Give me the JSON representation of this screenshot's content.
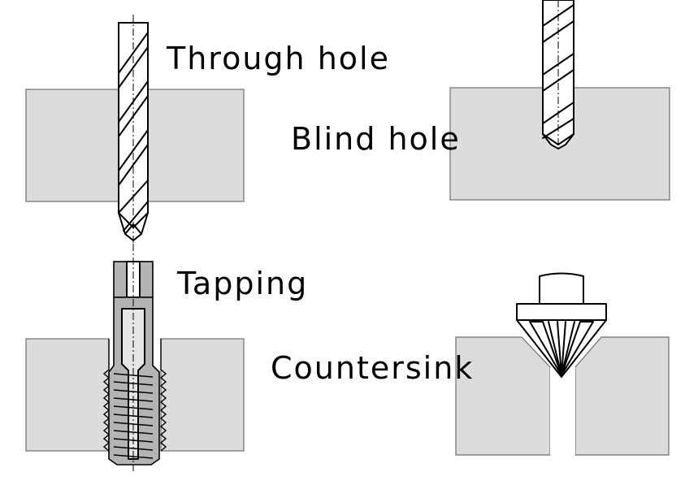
{
  "labels": {
    "through_hole": "Through hole",
    "blind_hole": "Blind hole",
    "tapping": "Tapping",
    "countersink": "Countersink"
  },
  "colors": {
    "workpiece_fill": "#dcdcdc",
    "workpiece_stroke": "#6e6e6e",
    "tool_fill": "#ffffff",
    "tool_shade": "#b4b4b4",
    "outline": "#000000"
  }
}
